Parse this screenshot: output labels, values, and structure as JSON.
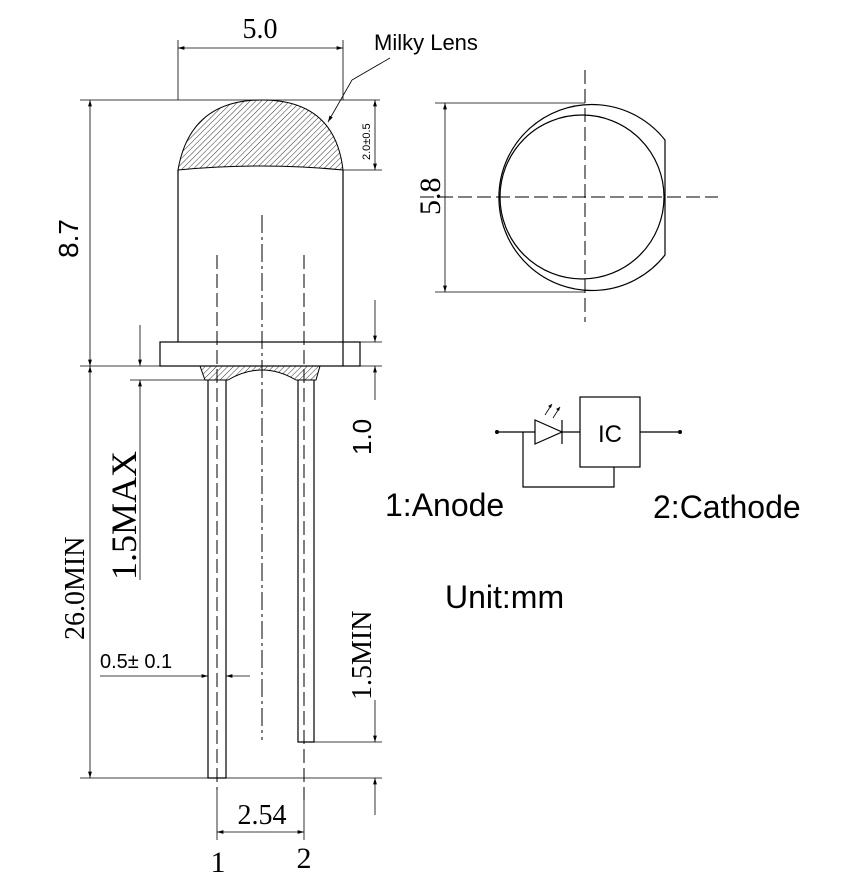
{
  "dims": {
    "width": "5.0",
    "height": "8.7",
    "lens_height": "2.0±0.5",
    "diameter": "5.8",
    "flange": "1.0",
    "standoff": "1.5MAX",
    "lead_length": "26.0MIN",
    "lead_width": "0.5± 0.1",
    "bend": "1.5MIN",
    "pitch": "2.54"
  },
  "labels": {
    "lens": "Milky Lens",
    "ic": "IC",
    "pin1": "1:Anode",
    "pin2": "2:Cathode",
    "unit": "Unit:mm",
    "pin1_num": "1",
    "pin2_num": "2"
  }
}
